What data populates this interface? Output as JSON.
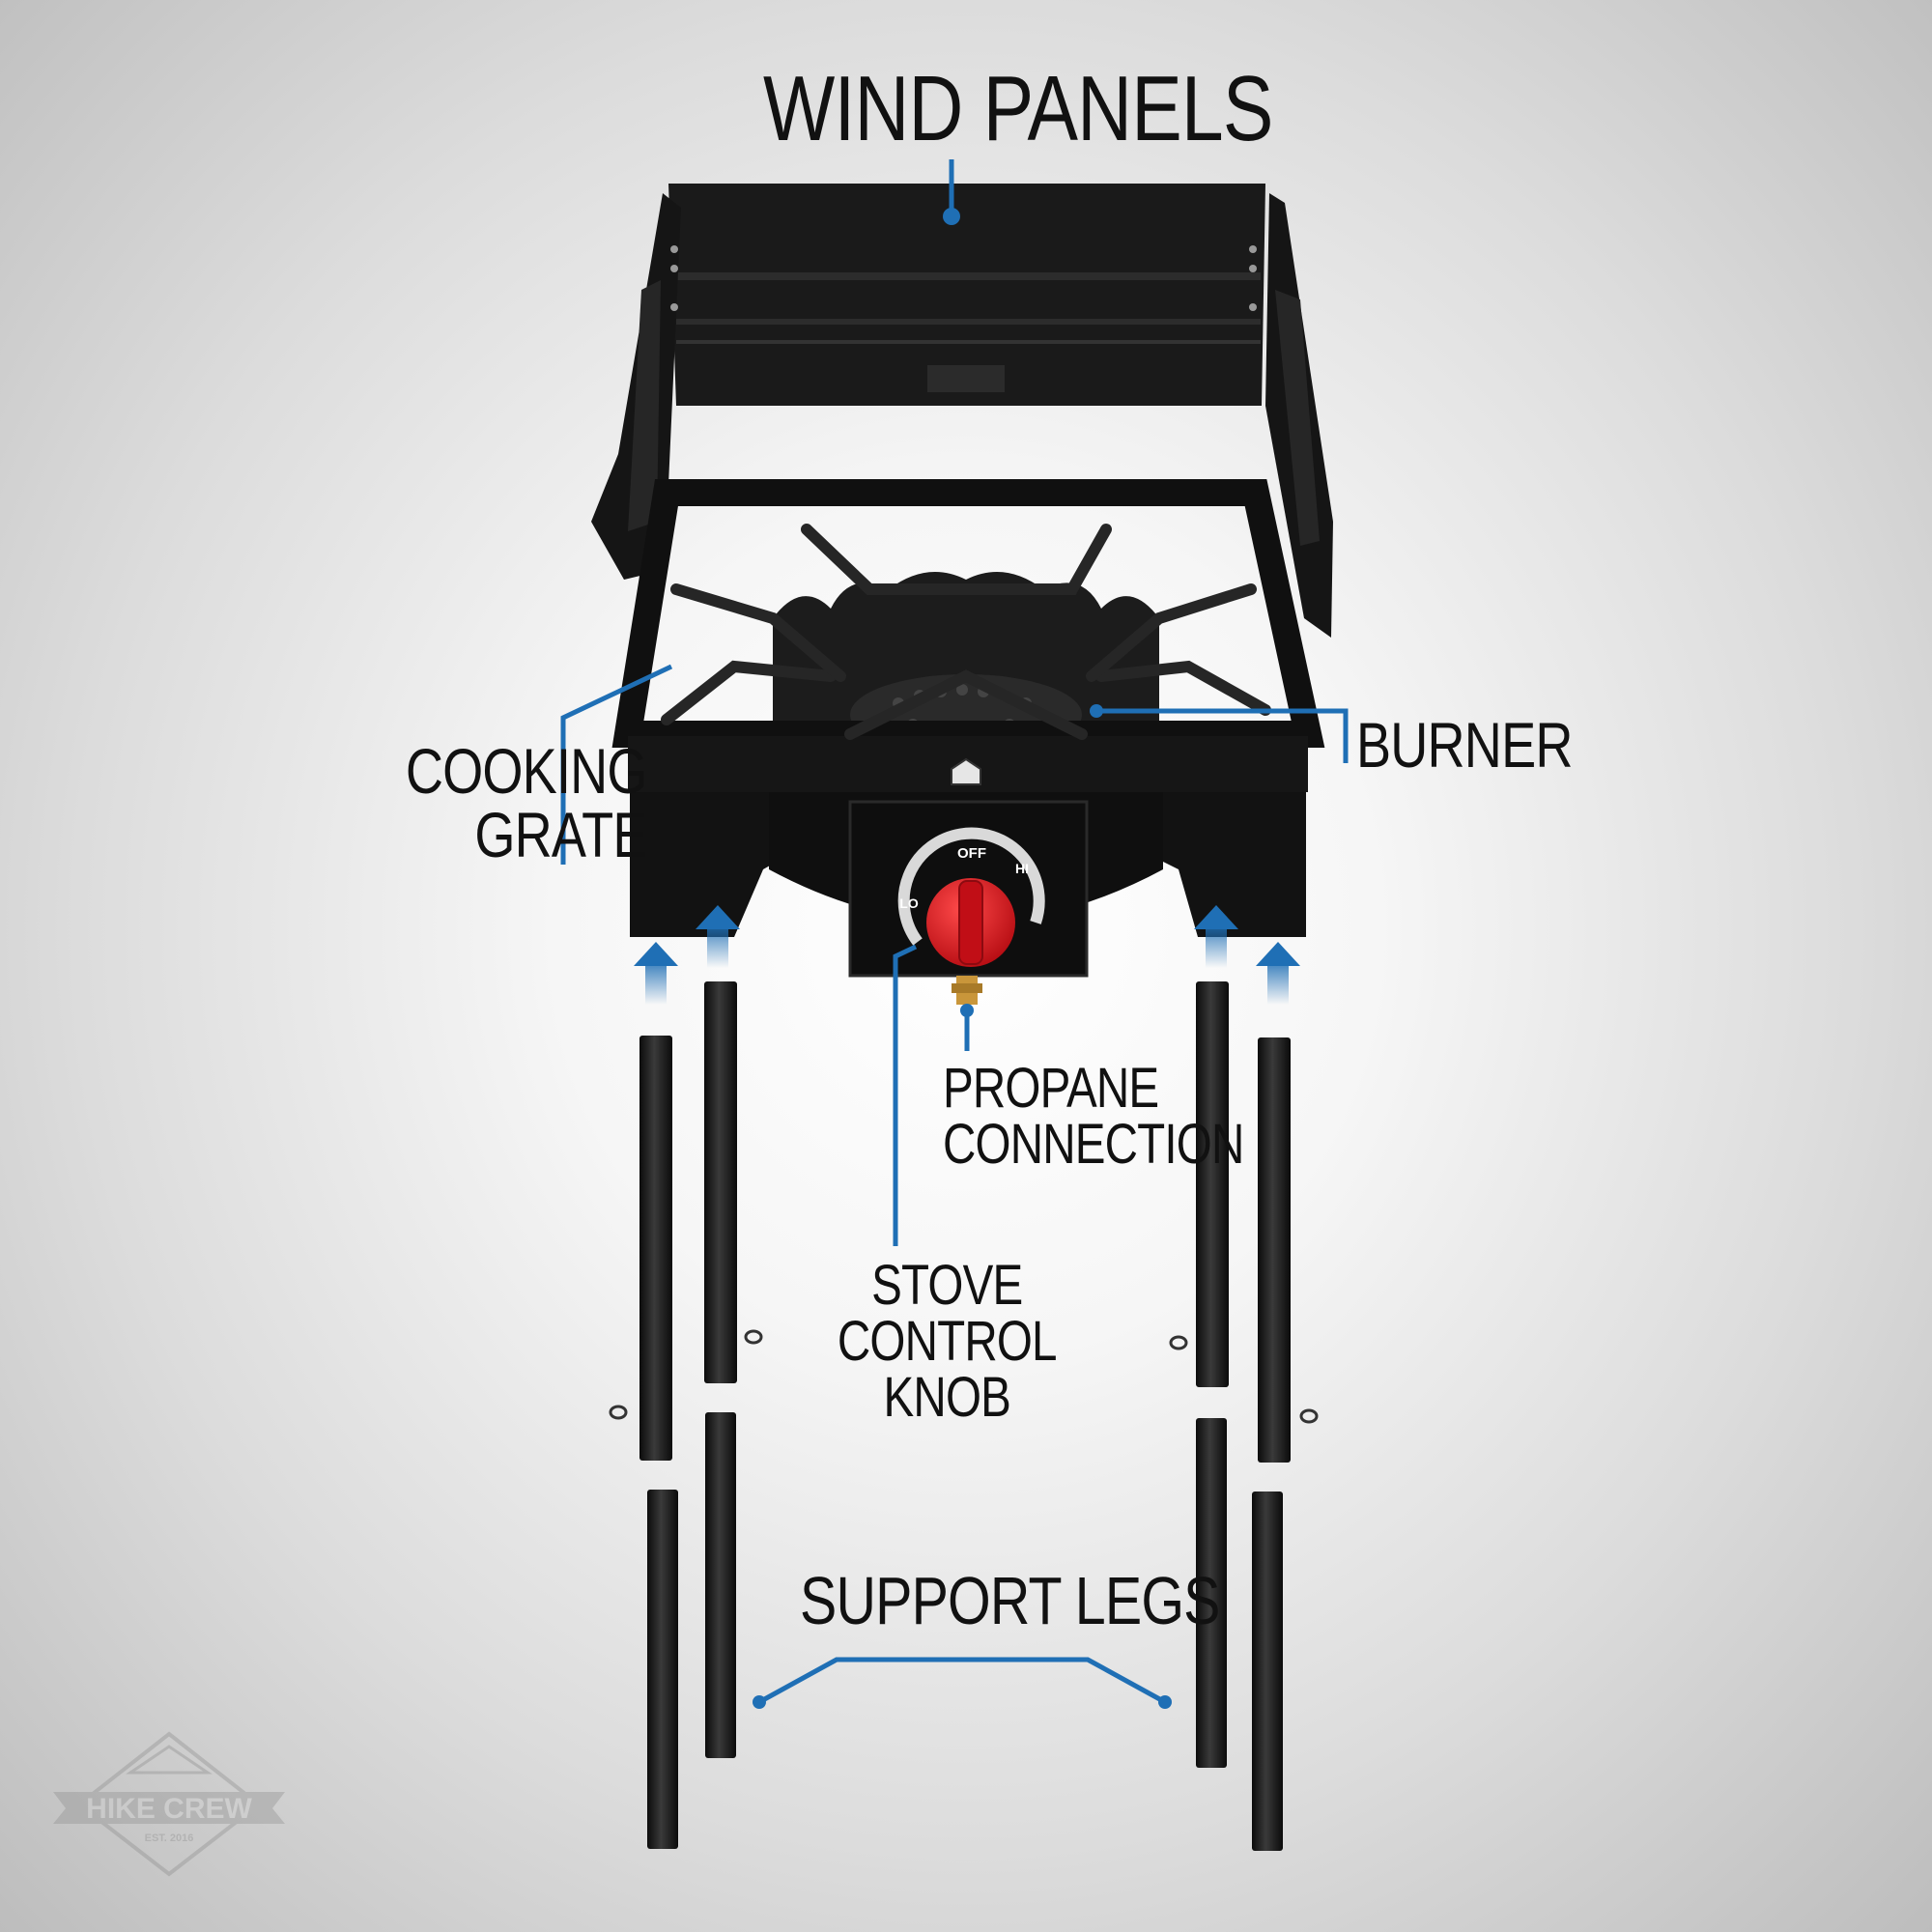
{
  "labels": {
    "wind_panels": "WIND PANELS",
    "cooking_grate": [
      "COOKING",
      "GRATE"
    ],
    "burner": "BURNER",
    "propane_connection": [
      "PROPANE",
      "CONNECTION"
    ],
    "stove_control_knob": [
      "STOVE",
      "CONTROL",
      "KNOB"
    ],
    "support_legs": "SUPPORT LEGS"
  },
  "knob_markings": {
    "off": "OFF",
    "hi": "HI",
    "lo": "LO"
  },
  "watermark": {
    "brand": "HIKE CREW",
    "tagline": "EST. 2016"
  },
  "colors": {
    "callout_blue": "#1f6fb5",
    "knob_red": "#d8141c",
    "stove_black": "#151515",
    "brass": "#c9963a"
  }
}
